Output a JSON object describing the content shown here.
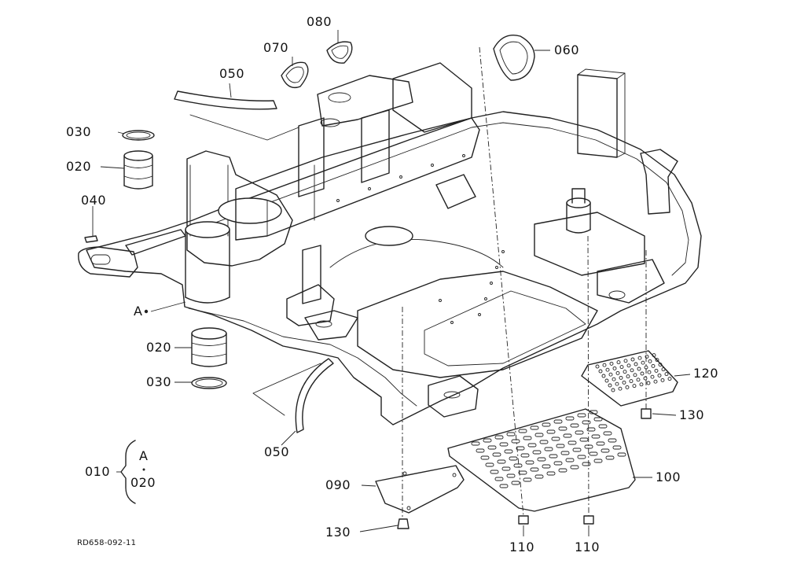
{
  "diagram": {
    "drawing_code": "RD658-092-11",
    "assembly": {
      "part": "010",
      "members": [
        "A",
        "020"
      ]
    },
    "callouts": [
      {
        "id": "030-top",
        "part": "030"
      },
      {
        "id": "020-top",
        "part": "020"
      },
      {
        "id": "040",
        "part": "040"
      },
      {
        "id": "050-top",
        "part": "050"
      },
      {
        "id": "070",
        "part": "070"
      },
      {
        "id": "080",
        "part": "080"
      },
      {
        "id": "060",
        "part": "060"
      },
      {
        "id": "a-ref",
        "part": "A"
      },
      {
        "id": "020-bottom",
        "part": "020"
      },
      {
        "id": "030-bottom",
        "part": "030"
      },
      {
        "id": "050-bottom",
        "part": "050"
      },
      {
        "id": "120",
        "part": "120"
      },
      {
        "id": "130-right",
        "part": "130"
      },
      {
        "id": "100",
        "part": "100"
      },
      {
        "id": "090",
        "part": "090"
      },
      {
        "id": "130-left",
        "part": "130"
      },
      {
        "id": "110-left",
        "part": "110"
      },
      {
        "id": "110-right",
        "part": "110"
      }
    ]
  }
}
